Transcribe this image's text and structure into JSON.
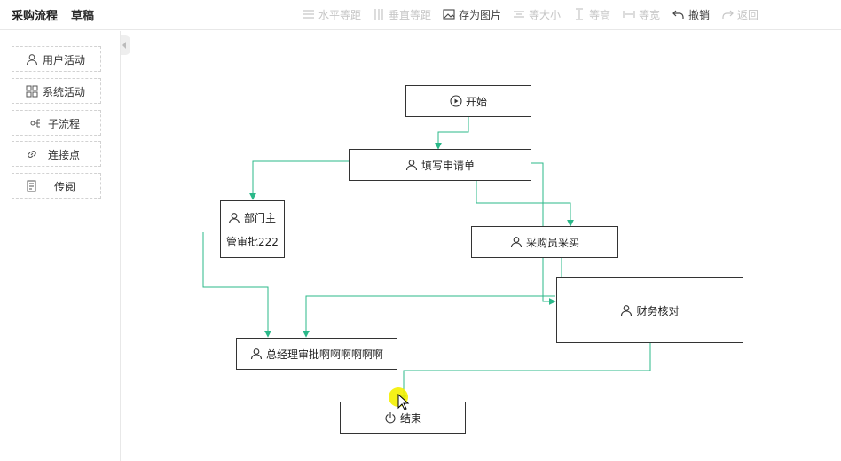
{
  "header": {
    "title": "采购流程",
    "status": "草稿",
    "toolbar": [
      {
        "key": "h_equal",
        "label": "水平等距",
        "icon": "horizontal-distribute-icon",
        "enabled": false
      },
      {
        "key": "v_equal",
        "label": "垂直等距",
        "icon": "vertical-distribute-icon",
        "enabled": false
      },
      {
        "key": "save_image",
        "label": "存为图片",
        "icon": "image-icon",
        "enabled": true
      },
      {
        "key": "same_size",
        "label": "等大小",
        "icon": "same-size-icon",
        "enabled": false
      },
      {
        "key": "same_height",
        "label": "等高",
        "icon": "same-height-icon",
        "enabled": false
      },
      {
        "key": "same_width",
        "label": "等宽",
        "icon": "same-width-icon",
        "enabled": false
      },
      {
        "key": "undo",
        "label": "撤销",
        "icon": "undo-icon",
        "enabled": true
      },
      {
        "key": "redo",
        "label": "返回",
        "icon": "redo-icon",
        "enabled": false
      }
    ]
  },
  "sidebar": {
    "items": [
      {
        "label": "用户活动",
        "icon": "user-icon"
      },
      {
        "label": "系统活动",
        "icon": "grid-icon"
      },
      {
        "label": "子流程",
        "icon": "subprocess-icon"
      },
      {
        "label": "连接点",
        "icon": "link-icon"
      },
      {
        "label": "传阅",
        "icon": "document-icon"
      }
    ]
  },
  "flow": {
    "nodes": {
      "start": {
        "label": "开始",
        "icon": "play-circle-icon"
      },
      "fill": {
        "label": "填写申请单",
        "icon": "user-icon"
      },
      "dept_line1": {
        "label": "部门主",
        "icon": "user-icon"
      },
      "dept_line2": {
        "label": "管审批222"
      },
      "buyer": {
        "label": "采购员采买",
        "icon": "user-icon"
      },
      "finance": {
        "label": "财务核对",
        "icon": "user-icon"
      },
      "gm": {
        "label": "总经理审批啊啊啊啊啊啊",
        "icon": "user-icon"
      },
      "end": {
        "label": "结束",
        "icon": "power-icon"
      }
    },
    "edge_color": "#2bb889"
  }
}
